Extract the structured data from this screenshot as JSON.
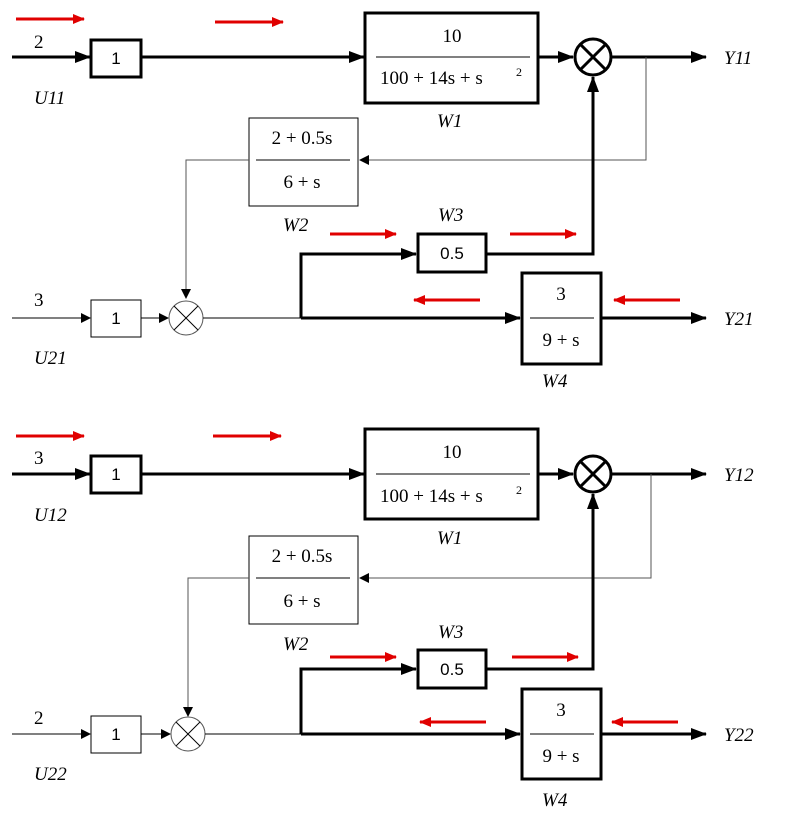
{
  "diagrams": [
    {
      "u1": {
        "name": "U11",
        "value": "2"
      },
      "u2": {
        "name": "U21",
        "value": "3"
      },
      "y1": "Y11",
      "y2": "Y21"
    },
    {
      "u1": {
        "name": "U12",
        "value": "3"
      },
      "u2": {
        "name": "U22",
        "value": "2"
      },
      "y1": "Y12",
      "y2": "Y22"
    }
  ],
  "gain_input_1": "1",
  "gain_input_2": "1",
  "w1": {
    "name": "W1",
    "numerator": "10",
    "denominator": "100 + 14s  + s",
    "exponent": "2"
  },
  "w2": {
    "name": "W2",
    "numerator": "2 + 0.5s",
    "denominator": "6 + s"
  },
  "w3": {
    "name": "W3",
    "value": "0.5"
  },
  "w4": {
    "name": "W4",
    "numerator": "3",
    "denominator": "9 + s"
  }
}
